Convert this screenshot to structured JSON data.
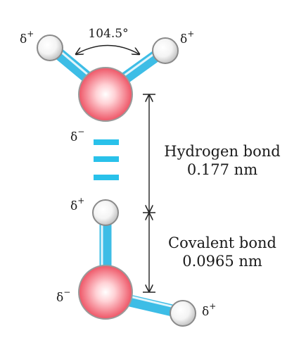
{
  "labels": {
    "angle": "104.5°",
    "delta_symbol": "δ",
    "plus": "+",
    "minus": "−",
    "hbond_title": "Hydrogen bond",
    "hbond_length": "0.177 nm",
    "covalent_title": "Covalent bond",
    "covalent_length": "0.0965 nm"
  },
  "colors": {
    "bond": "#3dbde6",
    "hbond_dash": "#29c1ea",
    "oxygen": "#f06a78",
    "hydrogen": "#ffffff",
    "outline": "#8a8a8a",
    "arrow": "#222222"
  }
}
